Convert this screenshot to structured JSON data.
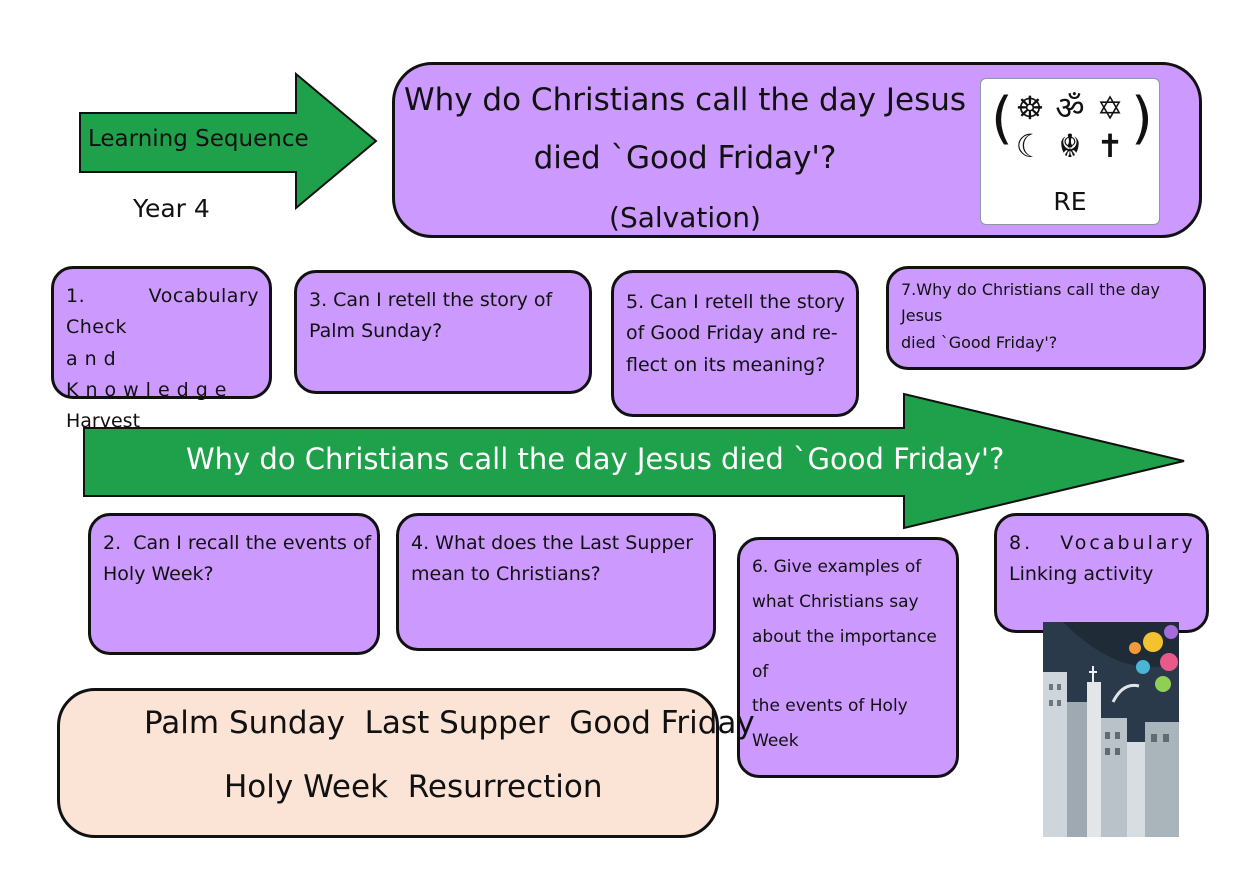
{
  "header": {
    "arrow_label": "Learning Sequence",
    "year": "Year 4",
    "title_line1": "Why do Christians call the day Jesus",
    "title_line2": "died `Good Friday'?",
    "subtitle": "(Salvation)",
    "re_label": "RE",
    "re_icons": [
      "dharma-wheel-icon",
      "om-icon",
      "star-of-david-icon",
      "crescent-icon",
      "khanda-icon",
      "cross-icon"
    ]
  },
  "timeline": {
    "label": "Why do Christians call the day Jesus died `Good Friday'?"
  },
  "steps": [
    {
      "line1": "1. Vocabulary Check",
      "line2": "and Knowledge",
      "line3": "Harvest"
    },
    {
      "line1": "2.  Can I recall the events of",
      "line2": "Holy Week?"
    },
    {
      "line1": "3. Can I retell the story of",
      "line2": "Palm Sunday?"
    },
    {
      "line1": "4. What does the Last Supper",
      "line2": "mean to Christians?"
    },
    {
      "line1": "5. Can I retell the story",
      "line2": "of Good Friday and re-",
      "line3": "flect on its meaning?"
    },
    {
      "line1": "6. Give examples of",
      "line2": "what Christians say",
      "line3": "about the importance of",
      "line4": "the events of Holy",
      "line5": "Week"
    },
    {
      "line1": "7.Why do Christians call the day Jesus",
      "line2": "died `Good Friday'?"
    },
    {
      "line1": "8.   Vocabulary",
      "line2": "Linking activity"
    }
  ],
  "vocabulary": {
    "line1": "Palm Sunday  Last Supper  Good Friday",
    "line2": "Holy Week  Resurrection"
  },
  "colors": {
    "arrow_green": "#1fa04a",
    "box_purple": "#cc99ff",
    "vocab_peach": "#fbe3d6"
  }
}
